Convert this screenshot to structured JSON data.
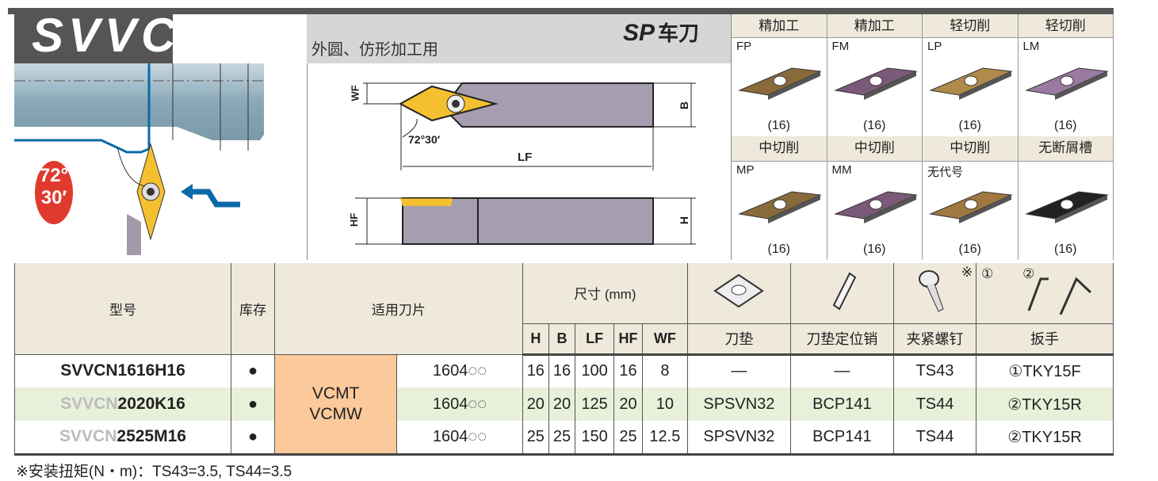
{
  "title": "SVVC",
  "header": {
    "subtitle": "外圆、仿形加工用",
    "sp_logo": "SP",
    "sp_suffix": "车刀"
  },
  "badge": {
    "line1": "72°",
    "line2": "30′"
  },
  "diagram": {
    "angle": "72°30′",
    "labels": {
      "wf": "WF",
      "b": "B",
      "lf": "LF",
      "hf": "HF",
      "h": "H"
    }
  },
  "inserts": [
    {
      "category": "精加工",
      "code": "FP",
      "count": "(16)",
      "color": "#8a6a3a"
    },
    {
      "category": "精加工",
      "code": "FM",
      "count": "(16)",
      "color": "#7a5a78"
    },
    {
      "category": "轻切削",
      "code": "LP",
      "count": "(16)",
      "color": "#b08a4a"
    },
    {
      "category": "轻切削",
      "code": "LM",
      "count": "(16)",
      "color": "#9a7aa0"
    },
    {
      "category": "中切削",
      "code": "MP",
      "count": "(16)",
      "color": "#8a6a3a"
    },
    {
      "category": "中切削",
      "code": "MM",
      "count": "(16)",
      "color": "#7a5a78"
    },
    {
      "category": "中切削",
      "code": "无代号",
      "count": "(16)",
      "color": "#a07840"
    },
    {
      "category": "无断屑槽",
      "code": "",
      "count": "(16)",
      "color": "#222222"
    }
  ],
  "table": {
    "headers": {
      "model": "型号",
      "stock": "库存",
      "insert": "适用刀片",
      "dims": "尺寸 (mm)",
      "h": "H",
      "b": "B",
      "lf": "LF",
      "hf": "HF",
      "wf": "WF",
      "shim": "刀垫",
      "pin": "刀垫定位销",
      "screw": "夹紧螺钉",
      "wrench": "扳手",
      "note_mark": "※",
      "wrench_1": "①",
      "wrench_2": "②"
    },
    "insert_types": "VCMT\nVCMW",
    "rows": [
      {
        "prefix": "",
        "model": "SVVCN1616H16",
        "stock": "●",
        "insert": "1604◌◌",
        "h": "16",
        "b": "16",
        "lf": "100",
        "hf": "16",
        "wf": "8",
        "shim": "—",
        "pin": "—",
        "screw": "TS43",
        "wrench": "①TKY15F"
      },
      {
        "prefix": "SVVCN",
        "model": "2020K16",
        "stock": "●",
        "insert": "1604◌◌",
        "h": "20",
        "b": "20",
        "lf": "125",
        "hf": "20",
        "wf": "10",
        "shim": "SPSVN32",
        "pin": "BCP141",
        "screw": "TS44",
        "wrench": "②TKY15R"
      },
      {
        "prefix": "SVVCN",
        "model": "2525M16",
        "stock": "●",
        "insert": "1604◌◌",
        "h": "25",
        "b": "25",
        "lf": "150",
        "hf": "25",
        "wf": "12.5",
        "shim": "SPSVN32",
        "pin": "BCP141",
        "screw": "TS44",
        "wrench": "②TKY15R"
      }
    ]
  },
  "footnote": "※安装扭矩(N・m)：TS43=3.5, TS44=3.5"
}
